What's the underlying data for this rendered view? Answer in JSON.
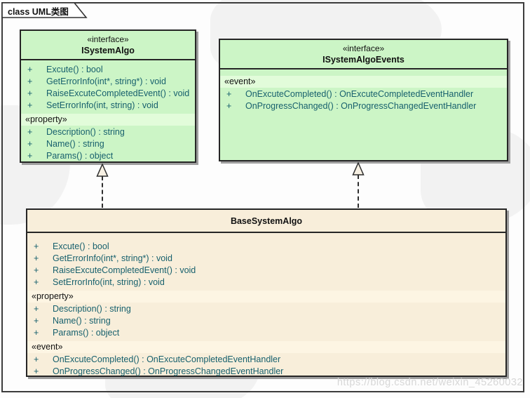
{
  "frame": {
    "tab_label": "class UML类图"
  },
  "colors": {
    "green_body": "#ccf5c6",
    "green_strip": "#e2fcda",
    "beige_body": "#f8eeda",
    "beige_strip": "#fdf5e3",
    "member_text": "#17606d",
    "box_border": "#262626",
    "shadow": "#9e9e9e",
    "watermark_text": "#d7d7d7"
  },
  "classes": [
    {
      "stereotype": "«interface»",
      "name": "ISystemAlgo",
      "members": [
        {
          "kind": "method",
          "vis": "+",
          "sig": "Excute() : bool"
        },
        {
          "kind": "method",
          "vis": "+",
          "sig": "GetErrorInfo(int*, string*) : void"
        },
        {
          "kind": "method",
          "vis": "+",
          "sig": "RaiseExcuteCompletedEvent() : void"
        },
        {
          "kind": "method",
          "vis": "+",
          "sig": "SetErrorInfo(int, string) : void"
        },
        {
          "kind": "stereotype",
          "label": "«property»"
        },
        {
          "kind": "method",
          "vis": "+",
          "sig": "Description() : string"
        },
        {
          "kind": "method",
          "vis": "+",
          "sig": "Name() : string"
        },
        {
          "kind": "method",
          "vis": "+",
          "sig": "Params() : object"
        }
      ]
    },
    {
      "stereotype": "«interface»",
      "name": "ISystemAlgoEvents",
      "members": [
        {
          "kind": "stereotype",
          "label": "«event»"
        },
        {
          "kind": "method",
          "vis": "+",
          "sig": "OnExcuteCompleted() : OnExcuteCompletedEventHandler"
        },
        {
          "kind": "method",
          "vis": "+",
          "sig": "OnProgressChanged() : OnProgressChangedEventHandler"
        }
      ]
    },
    {
      "name": "BaseSystemAlgo",
      "members": [
        {
          "kind": "method",
          "vis": "+",
          "sig": "Excute() : bool"
        },
        {
          "kind": "method",
          "vis": "+",
          "sig": "GetErrorInfo(int*, string*) : void"
        },
        {
          "kind": "method",
          "vis": "+",
          "sig": "RaiseExcuteCompletedEvent() : void"
        },
        {
          "kind": "method",
          "vis": "+",
          "sig": "SetErrorInfo(int, string) : void"
        },
        {
          "kind": "stereotype",
          "label": "«property»"
        },
        {
          "kind": "method",
          "vis": "+",
          "sig": "Description() : string"
        },
        {
          "kind": "method",
          "vis": "+",
          "sig": "Name() : string"
        },
        {
          "kind": "method",
          "vis": "+",
          "sig": "Params() : object"
        },
        {
          "kind": "stereotype",
          "label": "«event»"
        },
        {
          "kind": "method",
          "vis": "+",
          "sig": "OnExcuteCompleted() : OnExcuteCompletedEventHandler"
        },
        {
          "kind": "method",
          "vis": "+",
          "sig": "OnProgressChanged() : OnProgressChangedEventHandler"
        }
      ]
    }
  ],
  "watermark": "https://blog.csdn.net/weixin_45260032"
}
